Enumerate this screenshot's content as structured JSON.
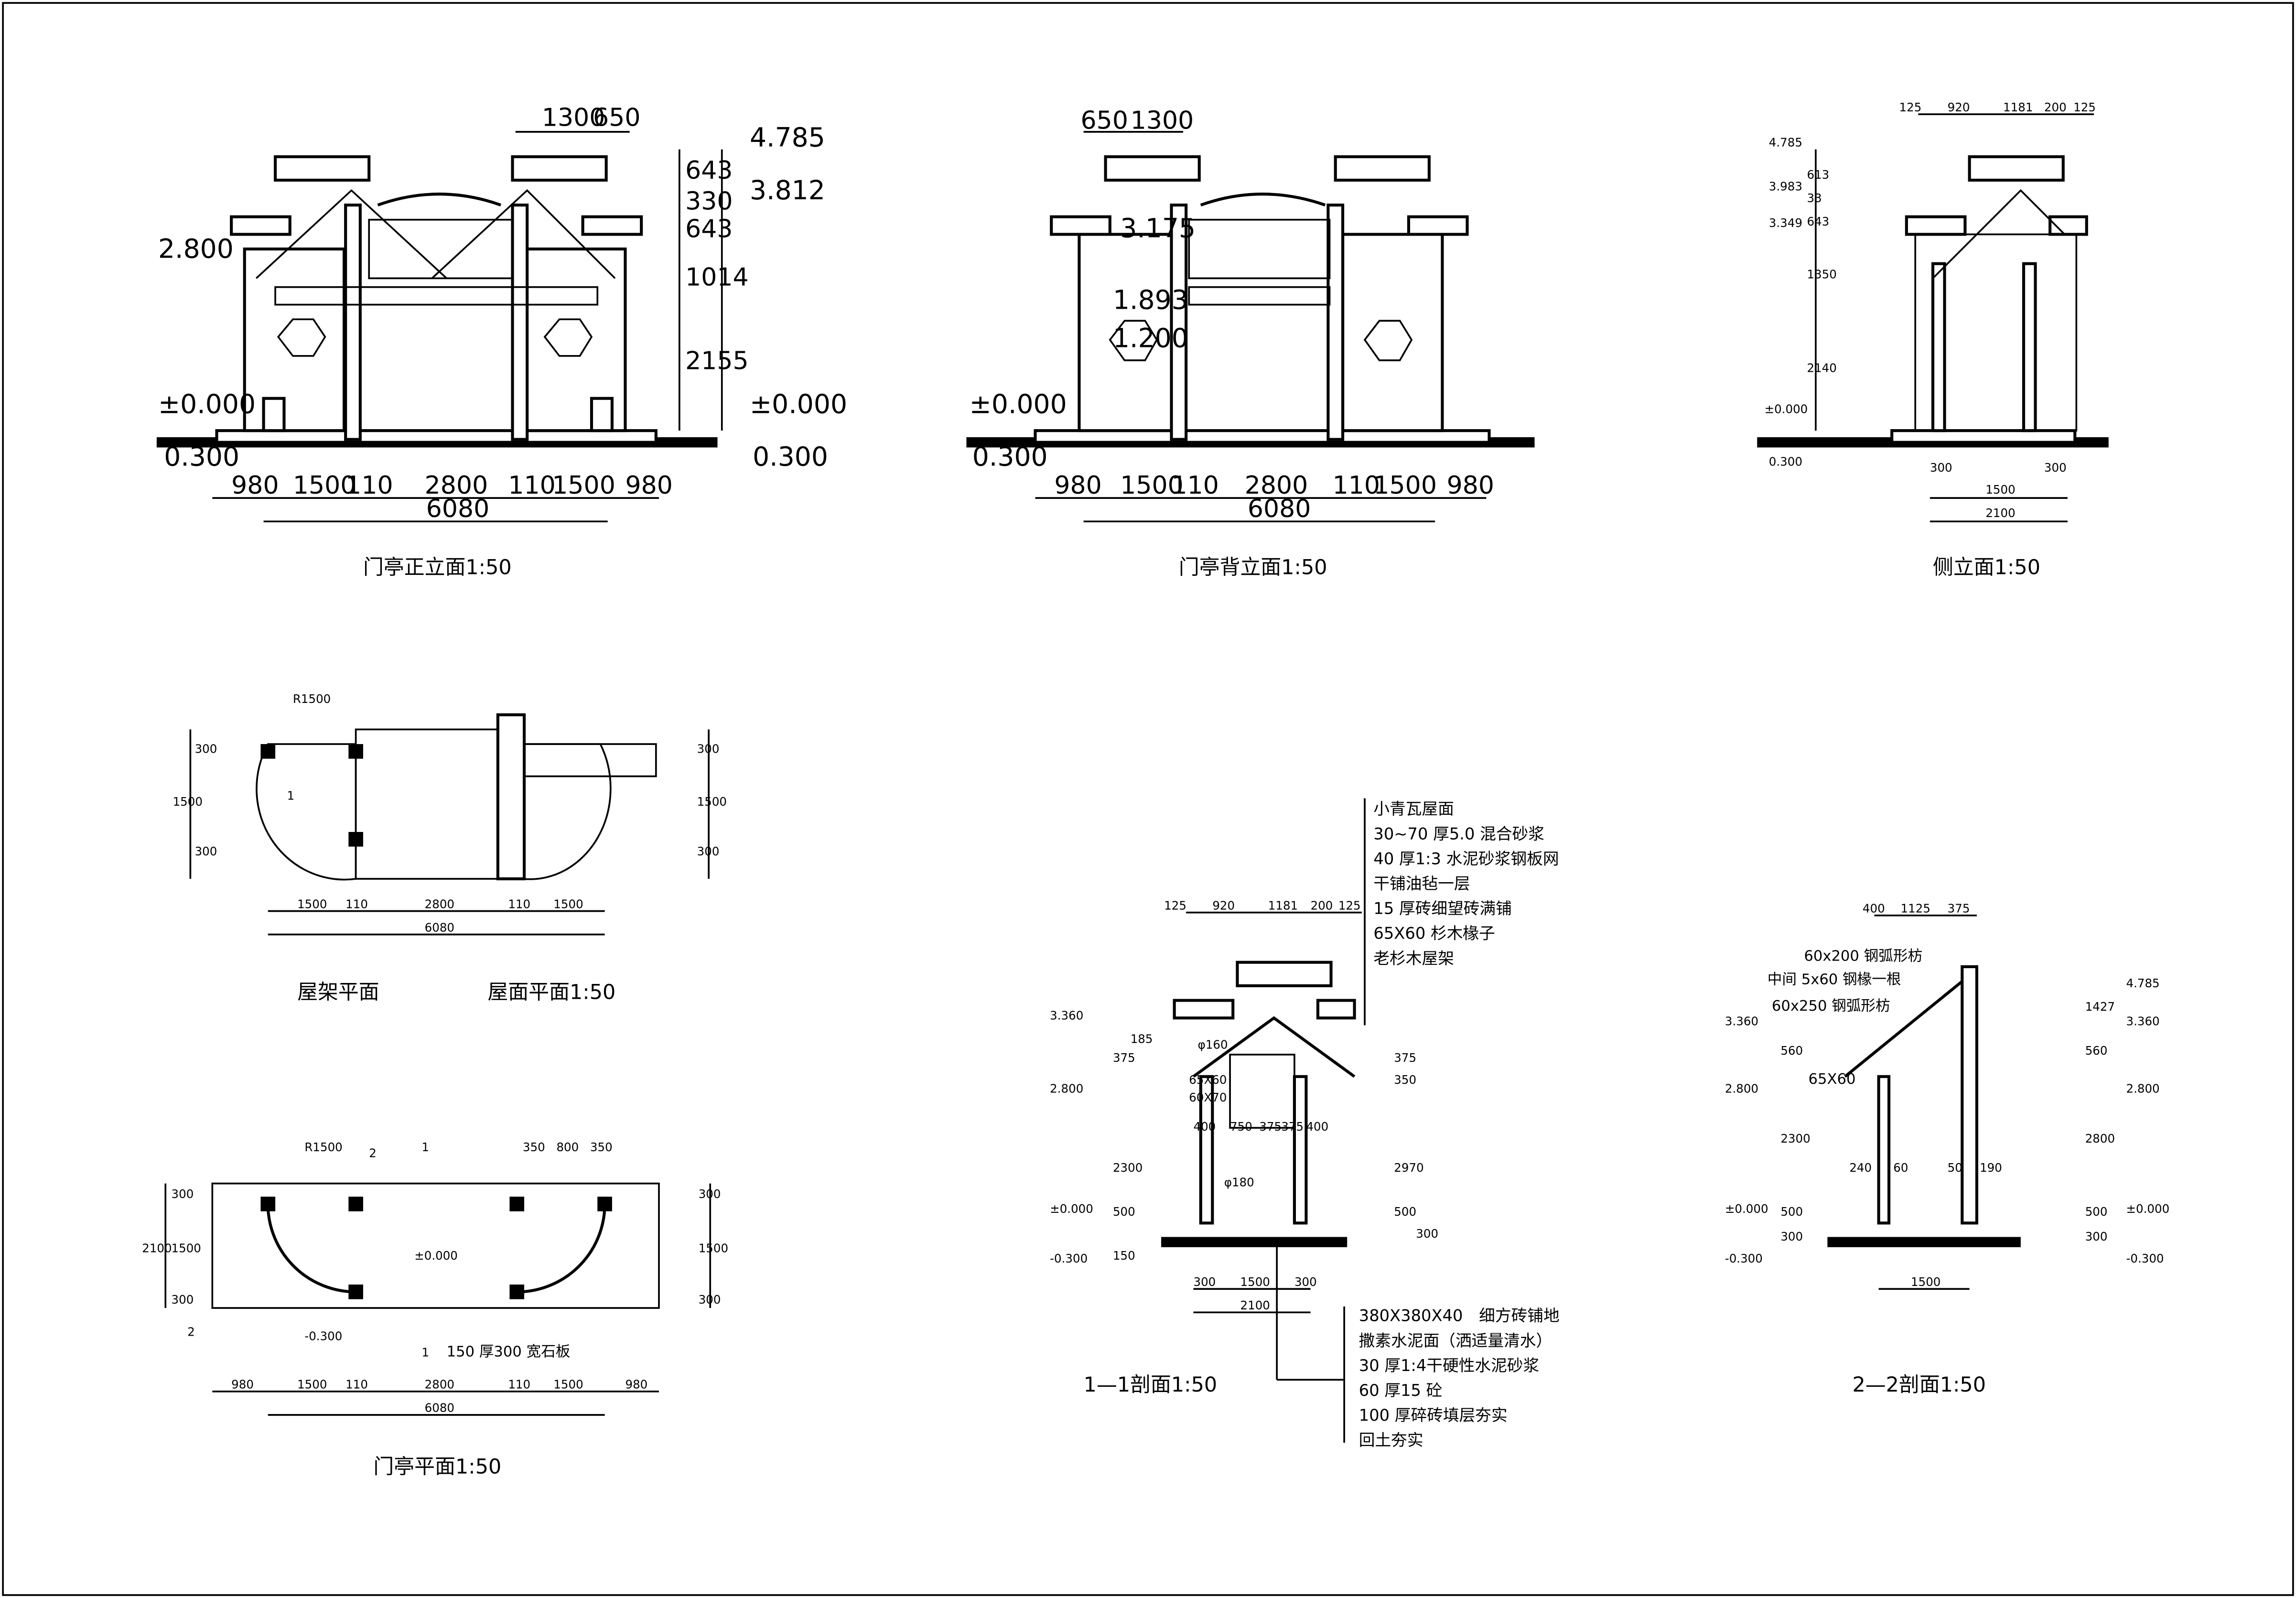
{
  "views": {
    "front": {
      "title": "门亭正立面1:50",
      "top_dims": [
        "1300",
        "650"
      ],
      "side_dims": [
        "643",
        "330",
        "643",
        "1014",
        "2155"
      ],
      "elevations": [
        "4.785",
        "3.812",
        "2.800",
        "±0.000",
        "±0.000",
        "0.300",
        "0.300"
      ],
      "bottom_dims": [
        "980",
        "1500",
        "110",
        "2800",
        "110",
        "1500",
        "980"
      ],
      "total": "6080"
    },
    "back": {
      "title": "门亭背立面1:50",
      "top_dims": [
        "650",
        "1300"
      ],
      "elevations": [
        "3.175",
        "1.893",
        "1.200",
        "±0.000",
        "0.300"
      ],
      "bottom_dims": [
        "980",
        "1500",
        "110",
        "2800",
        "110",
        "1500",
        "980"
      ],
      "total": "6080"
    },
    "side": {
      "title": "侧立面1:50",
      "top_dims": [
        "125",
        "920",
        "1181",
        "200",
        "125"
      ],
      "side_dims": [
        "613",
        "33",
        "643",
        "1350",
        "2140"
      ],
      "elevations": [
        "4.785",
        "3.983",
        "3.349",
        "±0.000",
        "0.300"
      ],
      "bottom_dims": [
        "300",
        "1500",
        "300"
      ],
      "total": "2100"
    },
    "roof_plan": {
      "title_frame": "屋架平面",
      "title_roof": "屋面平面1:50",
      "radius": "R1500",
      "marker": "1",
      "left_dims": [
        "300",
        "1500",
        "300"
      ],
      "right_dims": [
        "300",
        "1500",
        "300"
      ],
      "bottom_dims": [
        "1500",
        "110",
        "2800",
        "110",
        "1500"
      ],
      "total": "6080"
    },
    "plan": {
      "title": "门亭平面1:50",
      "radius": "R1500",
      "top_dims": [
        "350",
        "800",
        "350"
      ],
      "left_dims": [
        "300",
        "1500",
        "300"
      ],
      "left_total": "2100",
      "right_dims": [
        "300",
        "1500",
        "300"
      ],
      "elev_inner": "±0.000",
      "elev_outer": "-0.300",
      "slab_note": "150 厚300 宽石板",
      "section_marks": [
        "1",
        "1",
        "2",
        "2"
      ],
      "bottom_dims": [
        "980",
        "1500",
        "110",
        "2800",
        "110",
        "1500",
        "980"
      ],
      "total": "6080"
    },
    "section1": {
      "title": "1—1剖面1:50",
      "roof_layers": [
        "小青瓦屋面",
        "30~70 厚5.0 混合砂浆",
        "40 厚1:3 水泥砂浆钢板网",
        "干铺油毡一层",
        "15 厚砖细望砖满铺",
        "65X60 杉木椽子",
        "老杉木屋架"
      ],
      "floor_layers": [
        "380X380X40　细方砖铺地",
        "撒素水泥面（洒适量清水）",
        "30 厚1:4干硬性水泥砂浆",
        "60 厚15 砼",
        "100 厚碎砖填层夯实",
        "回土夯实"
      ],
      "top_dims": [
        "125",
        "920",
        "1181",
        "200",
        "125"
      ],
      "member_labels": [
        "φ160",
        "65X60",
        "60X70",
        "φ180"
      ],
      "inner_dims": [
        "400",
        "750",
        "375",
        "375",
        "400"
      ],
      "left_dims": [
        "375",
        "185",
        "2300",
        "500",
        "150"
      ],
      "right_dims": [
        "375",
        "350",
        "2970",
        "500",
        "300"
      ],
      "elevations": [
        "3.360",
        "2.800",
        "±0.000",
        "-0.300"
      ],
      "bottom_dims": [
        "300",
        "1500",
        "300"
      ],
      "total": "2100"
    },
    "section2": {
      "title": "2—2剖面1:50",
      "top_dims": [
        "400",
        "1125",
        "375"
      ],
      "labels": [
        "60x200 钢弧形枋",
        "中间 5x60 钢椽一根",
        "60x250 钢弧形枋",
        "65X60"
      ],
      "left_dims": [
        "560",
        "2300",
        "500",
        "300"
      ],
      "right_dims": [
        "1427",
        "560",
        "2800",
        "500",
        "300"
      ],
      "inner_dims": [
        "240",
        "60",
        "50",
        "190"
      ],
      "elevations": [
        "3.360",
        "2.800",
        "±0.000",
        "-0.300",
        "4.785",
        "3.360",
        "2.800",
        "±0.000",
        "-0.300"
      ],
      "bottom": "1500"
    }
  }
}
